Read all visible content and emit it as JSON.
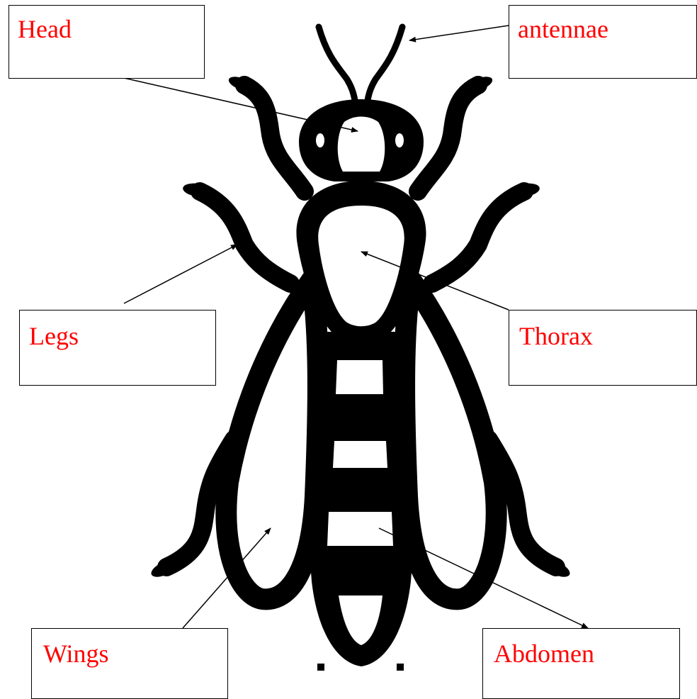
{
  "labels": {
    "head": "Head",
    "antennae": "antennae",
    "legs": "Legs",
    "thorax": "Thorax",
    "wings": "Wings",
    "abdomen": "Abdomen"
  },
  "colors": {
    "label_text": "#ff0000",
    "insect_fill": "#000000",
    "background": "#ffffff",
    "leader_line": "#000000"
  },
  "icons": {
    "insect": "bee-silhouette-icon"
  }
}
